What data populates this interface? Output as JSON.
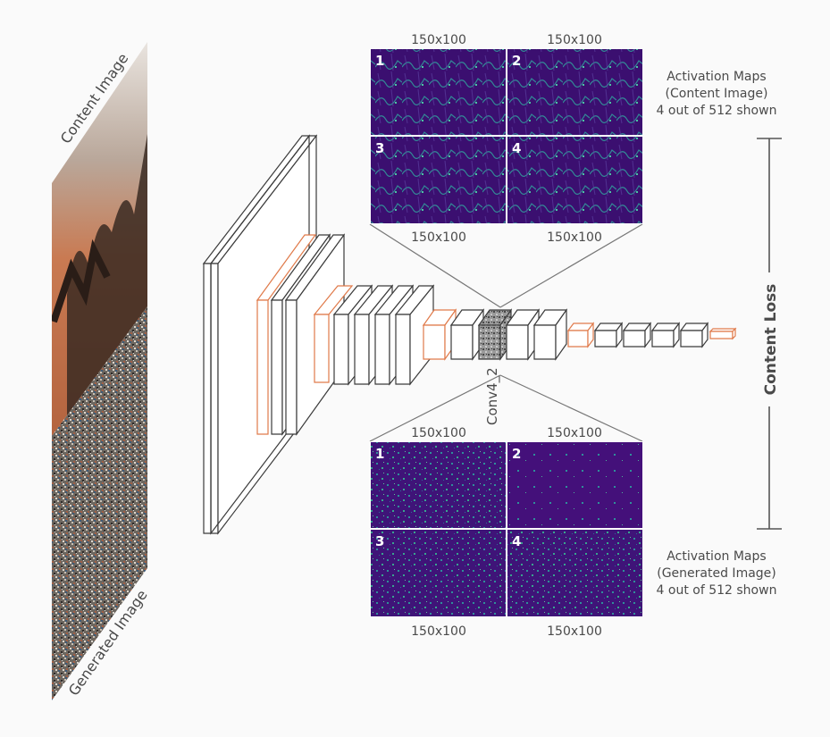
{
  "images": {
    "content_label": "Content Image",
    "generated_label": "Generated Image"
  },
  "layer_label": "Conv4_2",
  "loss_label": "Content Loss",
  "content_maps": {
    "caption": [
      "Activation Maps",
      "(Content Image)",
      "4 out of 512 shown"
    ],
    "size_label": "150x100",
    "numbers": [
      "1",
      "2",
      "3",
      "4"
    ]
  },
  "generated_maps": {
    "caption": [
      "Activation Maps",
      "(Generated Image)",
      "4 out of 512 shown"
    ],
    "size_label": "150x100",
    "numbers": [
      "1",
      "2",
      "3",
      "4"
    ]
  },
  "colors": {
    "pool_orange": "#e07a4a",
    "map_purple": "#3b0f70",
    "map_teal": "#2fa9a0",
    "highlight_grey": "#8a8a8a"
  }
}
